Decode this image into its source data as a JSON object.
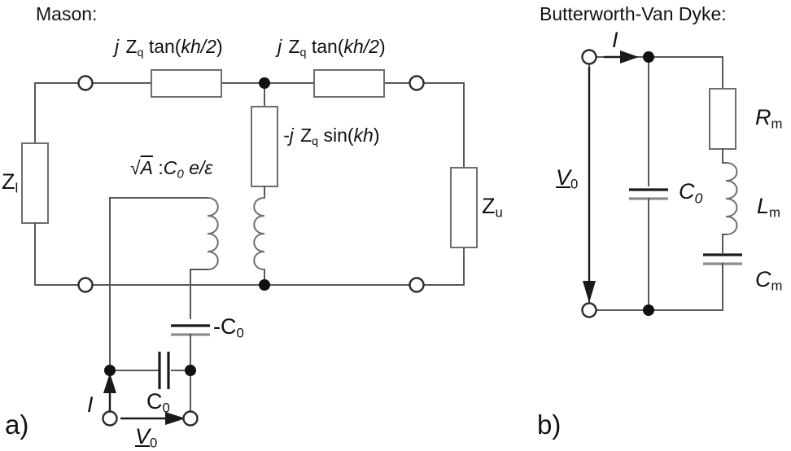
{
  "figure": {
    "panels": [
      {
        "id": "a",
        "letter": "a)",
        "heading": "Mason:",
        "labels": {
          "series_left": "j Z_q tan(kh/2)",
          "series_right": "j Z_q tan(kh/2)",
          "shunt": "-j Z_q sin(kh)",
          "impedance_left": "Z_l",
          "impedance_right": "Z_u",
          "transformer_ratio": "√A :C_0 e/ε",
          "neg_cap": "-C_0",
          "cap": "C_0",
          "current": "I",
          "voltage": "V_0"
        }
      },
      {
        "id": "b",
        "letter": "b)",
        "heading": "Butterworth-Van Dyke:",
        "labels": {
          "current": "I",
          "voltage": "V_0",
          "static_cap": "C_0",
          "motional_res": "R_m",
          "motional_ind": "L_m",
          "motional_cap": "C_m"
        }
      }
    ],
    "colors": {
      "wire": "#58585a",
      "wire_dark": "#3b3b3d",
      "component_outline": "#6e6e70",
      "text": "#111111",
      "node_fill": "#111111",
      "terminal_fill": "#ffffff",
      "background": "#ffffff"
    }
  },
  "mason": {
    "heading": "Mason:",
    "panel_letter": "a)",
    "series_left_label": {
      "prefix_j": "j",
      "z": "Z",
      "z_sub": "q",
      "fn": " tan(",
      "arg": "kh/2",
      "close": ")"
    },
    "series_right_label": {
      "prefix_j": "j",
      "z": "Z",
      "z_sub": "q",
      "fn": " tan(",
      "arg": "kh/2",
      "close": ")"
    },
    "shunt_label": {
      "prefix_j": "-j",
      "z": "Z",
      "z_sub": "q",
      "fn": " sin(",
      "arg": "kh",
      "close": ")"
    },
    "z_left": {
      "sym": "Z",
      "sub": "l"
    },
    "z_right": {
      "sym": "Z",
      "sub": "u"
    },
    "transformer": {
      "root": "A",
      "colon": ":",
      "c": "C",
      "c_sub": "0",
      "tail": " e/ε"
    },
    "neg_cap": {
      "sym": "-C",
      "sub": "0"
    },
    "cap": {
      "sym": "C",
      "sub": "0"
    },
    "current": "I",
    "voltage": {
      "sym": "V",
      "sub": "0"
    }
  },
  "bvd": {
    "heading": "Butterworth-Van Dyke:",
    "panel_letter": "b)",
    "current": "I",
    "voltage": {
      "sym": "V",
      "sub": "0"
    },
    "static_cap": {
      "sym": "C",
      "sub": "0"
    },
    "motional_res": {
      "sym": "R",
      "sub": "m"
    },
    "motional_ind": {
      "sym": "L",
      "sub": "m"
    },
    "motional_cap": {
      "sym": "C",
      "sub": "m"
    }
  }
}
